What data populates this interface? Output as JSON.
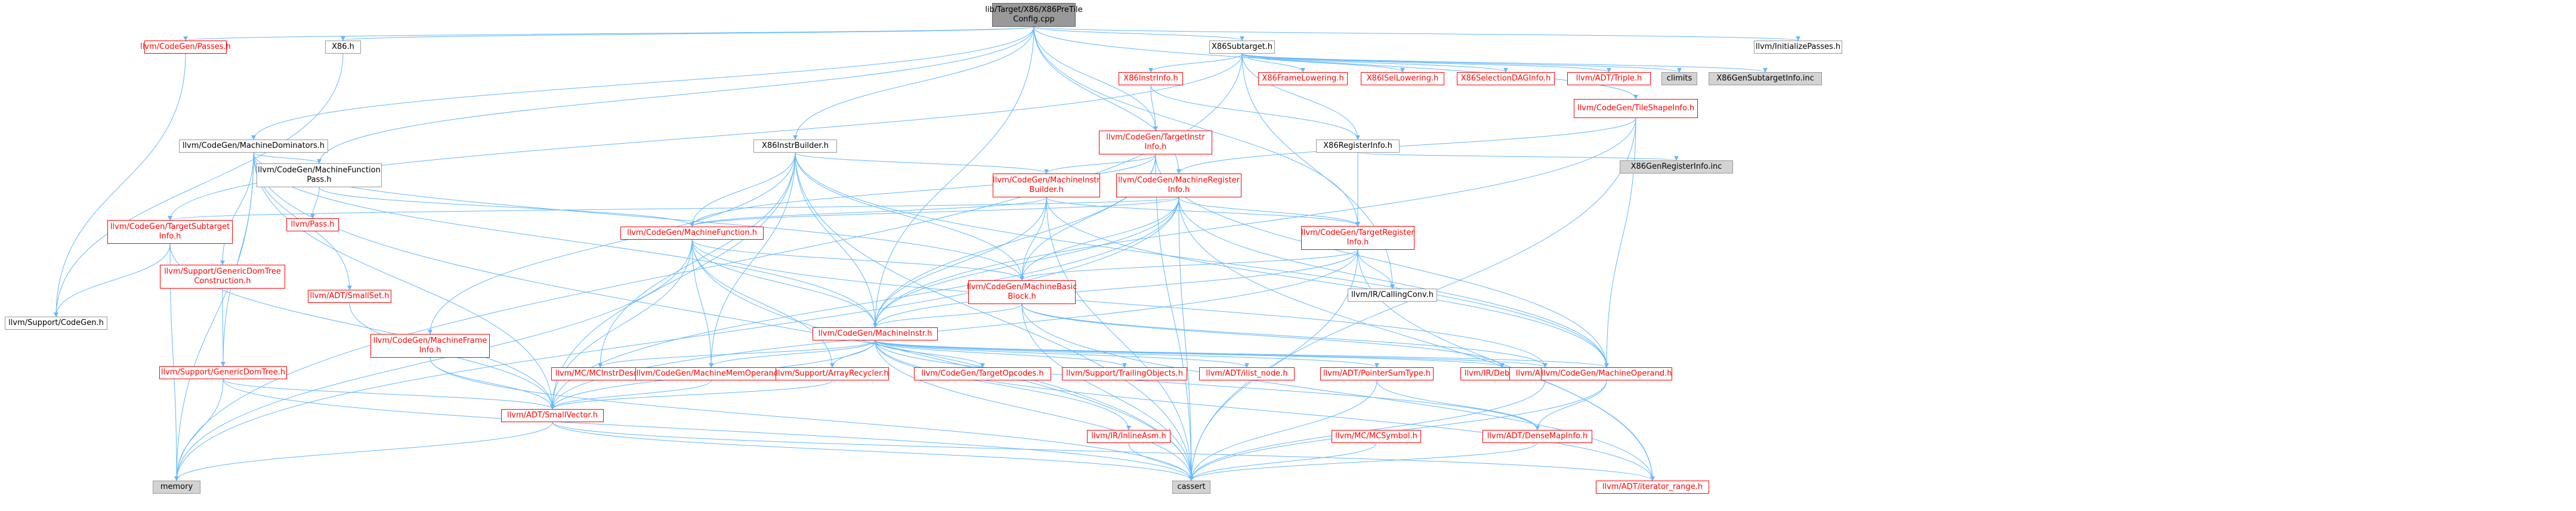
{
  "edge_color": "#63b8ff",
  "nodes": [
    {
      "id": "root",
      "label": "lib/Target/X86/X86PreTile\nConfig.cpp",
      "style": "root"
    },
    {
      "id": "passes",
      "label": "llvm/CodeGen/Passes.h",
      "style": "red"
    },
    {
      "id": "x86h",
      "label": "X86.h",
      "style": "plain"
    },
    {
      "id": "x86subtarget",
      "label": "X86Subtarget.h",
      "style": "plain"
    },
    {
      "id": "initpasses",
      "label": "llvm/InitializePasses.h",
      "style": "plain"
    },
    {
      "id": "x86instrinfo",
      "label": "X86InstrInfo.h",
      "style": "red"
    },
    {
      "id": "x86framelow",
      "label": "X86FrameLowering.h",
      "style": "red"
    },
    {
      "id": "x86isel",
      "label": "X86ISelLowering.h",
      "style": "red"
    },
    {
      "id": "x86seldag",
      "label": "X86SelectionDAGInfo.h",
      "style": "red"
    },
    {
      "id": "triple",
      "label": "llvm/ADT/Triple.h",
      "style": "red"
    },
    {
      "id": "climits",
      "label": "climits",
      "style": "gray"
    },
    {
      "id": "x86gensub",
      "label": "X86GenSubtargetInfo.inc",
      "style": "gray"
    },
    {
      "id": "tileshape",
      "label": "llvm/CodeGen/TileShapeInfo.h",
      "style": "red"
    },
    {
      "id": "machinedom",
      "label": "llvm/CodeGen/MachineDominators.h",
      "style": "plain"
    },
    {
      "id": "x86instrbuilder",
      "label": "X86InstrBuilder.h",
      "style": "plain"
    },
    {
      "id": "targetinstrinfo",
      "label": "llvm/CodeGen/TargetInstr\nInfo.h",
      "style": "red"
    },
    {
      "id": "x86reginfo",
      "label": "X86RegisterInfo.h",
      "style": "plain"
    },
    {
      "id": "x86genreg",
      "label": "X86GenRegisterInfo.inc",
      "style": "gray"
    },
    {
      "id": "mfpass",
      "label": "llvm/CodeGen/MachineFunction\nPass.h",
      "style": "plain"
    },
    {
      "id": "mibuilder",
      "label": "llvm/CodeGen/MachineInstr\nBuilder.h",
      "style": "red"
    },
    {
      "id": "mreginfo",
      "label": "llvm/CodeGen/MachineRegister\nInfo.h",
      "style": "red"
    },
    {
      "id": "pass",
      "label": "llvm/Pass.h",
      "style": "red"
    },
    {
      "id": "tsubinfo",
      "label": "llvm/CodeGen/TargetSubtarget\nInfo.h",
      "style": "red"
    },
    {
      "id": "mfunction",
      "label": "llvm/CodeGen/MachineFunction.h",
      "style": "red"
    },
    {
      "id": "tregisterinfo",
      "label": "llvm/CodeGen/TargetRegister\nInfo.h",
      "style": "red"
    },
    {
      "id": "gdtconstr",
      "label": "llvm/Support/GenericDomTree\nConstruction.h",
      "style": "red"
    },
    {
      "id": "smallset",
      "label": "llvm/ADT/SmallSet.h",
      "style": "red"
    },
    {
      "id": "mbb",
      "label": "llvm/CodeGen/MachineBasic\nBlock.h",
      "style": "red"
    },
    {
      "id": "callingconv",
      "label": "llvm/IR/CallingConv.h",
      "style": "plain"
    },
    {
      "id": "supportcg",
      "label": "llvm/Support/CodeGen.h",
      "style": "plain"
    },
    {
      "id": "mframeinfo",
      "label": "llvm/CodeGen/MachineFrame\nInfo.h",
      "style": "red"
    },
    {
      "id": "gdt",
      "label": "llvm/Support/GenericDomTree.h",
      "style": "red"
    },
    {
      "id": "minstr",
      "label": "llvm/CodeGen/MachineInstr.h",
      "style": "red"
    },
    {
      "id": "mcinstrdesc",
      "label": "llvm/MC/MCInstrDesc.h",
      "style": "red"
    },
    {
      "id": "mmo",
      "label": "llvm/CodeGen/MachineMemOperand.h",
      "style": "red"
    },
    {
      "id": "arrayrecycler",
      "label": "llvm/Support/ArrayRecycler.h",
      "style": "red"
    },
    {
      "id": "targetopcodes",
      "label": "llvm/CodeGen/TargetOpcodes.h",
      "style": "red"
    },
    {
      "id": "trailingobj",
      "label": "llvm/Support/TrailingObjects.h",
      "style": "red"
    },
    {
      "id": "ilistnode",
      "label": "llvm/ADT/ilist_node.h",
      "style": "red"
    },
    {
      "id": "ptrsumtype",
      "label": "llvm/ADT/PointerSumType.h",
      "style": "red"
    },
    {
      "id": "debugloc",
      "label": "llvm/IR/DebugLoc.h",
      "style": "red"
    },
    {
      "id": "ilist",
      "label": "llvm/ADT/ilist.h",
      "style": "red"
    },
    {
      "id": "moperand",
      "label": "llvm/CodeGen/MachineOperand.h",
      "style": "red"
    },
    {
      "id": "smallvector",
      "label": "llvm/ADT/SmallVector.h",
      "style": "red"
    },
    {
      "id": "inlineasm",
      "label": "llvm/IR/InlineAsm.h",
      "style": "red"
    },
    {
      "id": "mcsymbol",
      "label": "llvm/MC/MCSymbol.h",
      "style": "red"
    },
    {
      "id": "densemapinfo",
      "label": "llvm/ADT/DenseMapInfo.h",
      "style": "red"
    },
    {
      "id": "memory",
      "label": "memory",
      "style": "gray"
    },
    {
      "id": "cassert",
      "label": "cassert",
      "style": "gray"
    },
    {
      "id": "iterrange",
      "label": "llvm/ADT/iterator_range.h",
      "style": "red"
    }
  ],
  "edges": [
    [
      "root",
      "passes"
    ],
    [
      "root",
      "x86h"
    ],
    [
      "root",
      "x86subtarget"
    ],
    [
      "root",
      "initpasses"
    ],
    [
      "root",
      "tileshape"
    ],
    [
      "root",
      "machinedom"
    ],
    [
      "root",
      "x86instrbuilder"
    ],
    [
      "root",
      "targetinstrinfo"
    ],
    [
      "root",
      "mfpass"
    ],
    [
      "root",
      "mreginfo"
    ],
    [
      "root",
      "minstr"
    ],
    [
      "root",
      "tregisterinfo"
    ],
    [
      "passes",
      "supportcg"
    ],
    [
      "x86h",
      "supportcg"
    ],
    [
      "x86subtarget",
      "x86instrinfo"
    ],
    [
      "x86subtarget",
      "x86framelow"
    ],
    [
      "x86subtarget",
      "x86isel"
    ],
    [
      "x86subtarget",
      "x86seldag"
    ],
    [
      "x86subtarget",
      "triple"
    ],
    [
      "x86subtarget",
      "climits"
    ],
    [
      "x86subtarget",
      "x86gensub"
    ],
    [
      "x86subtarget",
      "tsubinfo"
    ],
    [
      "x86subtarget",
      "callingconv"
    ],
    [
      "x86subtarget",
      "memory"
    ],
    [
      "x86subtarget",
      "x86reginfo"
    ],
    [
      "x86instrinfo",
      "targetinstrinfo"
    ],
    [
      "x86instrinfo",
      "x86reginfo"
    ],
    [
      "x86reginfo",
      "x86genreg"
    ],
    [
      "x86reginfo",
      "tregisterinfo"
    ],
    [
      "tileshape",
      "mreginfo"
    ],
    [
      "tileshape",
      "moperand"
    ],
    [
      "tileshape",
      "minstr"
    ],
    [
      "tileshape",
      "cassert"
    ],
    [
      "machinedom",
      "mfpass"
    ],
    [
      "machinedom",
      "mbb"
    ],
    [
      "machinedom",
      "minstr"
    ],
    [
      "machinedom",
      "gdtconstr"
    ],
    [
      "machinedom",
      "gdt"
    ],
    [
      "machinedom",
      "smallset"
    ],
    [
      "machinedom",
      "smallvector"
    ],
    [
      "machinedom",
      "memory"
    ],
    [
      "machinedom",
      "cassert"
    ],
    [
      "x86instrbuilder",
      "mibuilder"
    ],
    [
      "x86instrbuilder",
      "mfunction"
    ],
    [
      "x86instrbuilder",
      "mframeinfo"
    ],
    [
      "x86instrbuilder",
      "minstr"
    ],
    [
      "x86instrbuilder",
      "mmo"
    ],
    [
      "x86instrbuilder",
      "moperand"
    ],
    [
      "x86instrbuilder",
      "mbb"
    ],
    [
      "x86instrbuilder",
      "mcinstrdesc"
    ],
    [
      "x86instrbuilder",
      "smallvector"
    ],
    [
      "x86instrbuilder",
      "cassert"
    ],
    [
      "targetinstrinfo",
      "mibuilder"
    ],
    [
      "targetinstrinfo",
      "mfunction"
    ],
    [
      "targetinstrinfo",
      "mbb"
    ],
    [
      "targetinstrinfo",
      "minstr"
    ],
    [
      "targetinstrinfo",
      "moperand"
    ],
    [
      "targetinstrinfo",
      "cassert"
    ],
    [
      "mfpass",
      "mfunction"
    ],
    [
      "mfpass",
      "pass"
    ],
    [
      "mibuilder",
      "mfunction"
    ],
    [
      "mibuilder",
      "mbb"
    ],
    [
      "mibuilder",
      "minstr"
    ],
    [
      "mibuilder",
      "tregisterinfo"
    ],
    [
      "mibuilder",
      "moperand"
    ],
    [
      "mibuilder",
      "cassert"
    ],
    [
      "mreginfo",
      "mfunction"
    ],
    [
      "mreginfo",
      "mbb"
    ],
    [
      "mreginfo",
      "minstr"
    ],
    [
      "mreginfo",
      "moperand"
    ],
    [
      "mreginfo",
      "tregisterinfo"
    ],
    [
      "mreginfo",
      "tsubinfo"
    ],
    [
      "mreginfo",
      "iterrange"
    ],
    [
      "mreginfo",
      "memory"
    ],
    [
      "mreginfo",
      "smallvector"
    ],
    [
      "mreginfo",
      "cassert"
    ],
    [
      "tsubinfo",
      "supportcg"
    ],
    [
      "tsubinfo",
      "memory"
    ],
    [
      "tsubinfo",
      "smallvector"
    ],
    [
      "mfunction",
      "mbb"
    ],
    [
      "mfunction",
      "minstr"
    ],
    [
      "mfunction",
      "mmo"
    ],
    [
      "mfunction",
      "arrayrecycler"
    ],
    [
      "mfunction",
      "smallvector"
    ],
    [
      "mfunction",
      "ilist"
    ],
    [
      "mfunction",
      "memory"
    ],
    [
      "mfunction",
      "cassert"
    ],
    [
      "tregisterinfo",
      "mbb"
    ],
    [
      "tregisterinfo",
      "callingconv"
    ],
    [
      "tregisterinfo",
      "smallvector"
    ],
    [
      "tregisterinfo",
      "iterrange"
    ],
    [
      "tregisterinfo",
      "cassert"
    ],
    [
      "tregisterinfo",
      "minstr"
    ],
    [
      "gdtconstr",
      "gdt"
    ],
    [
      "smallset",
      "smallvector"
    ],
    [
      "mbb",
      "minstr"
    ],
    [
      "mbb",
      "ilist"
    ],
    [
      "mbb",
      "iterrange"
    ],
    [
      "mbb",
      "debugloc"
    ],
    [
      "mbb",
      "cassert"
    ],
    [
      "mframeinfo",
      "smallvector"
    ],
    [
      "mframeinfo",
      "cassert"
    ],
    [
      "gdt",
      "smallvector"
    ],
    [
      "gdt",
      "memory"
    ],
    [
      "gdt",
      "cassert"
    ],
    [
      "minstr",
      "mcinstrdesc"
    ],
    [
      "minstr",
      "mmo"
    ],
    [
      "minstr",
      "arrayrecycler"
    ],
    [
      "minstr",
      "targetopcodes"
    ],
    [
      "minstr",
      "trailingobj"
    ],
    [
      "minstr",
      "ilistnode"
    ],
    [
      "minstr",
      "ptrsumtype"
    ],
    [
      "minstr",
      "debugloc"
    ],
    [
      "minstr",
      "ilist"
    ],
    [
      "minstr",
      "moperand"
    ],
    [
      "minstr",
      "smallvector"
    ],
    [
      "minstr",
      "inlineasm"
    ],
    [
      "minstr",
      "densemapinfo"
    ],
    [
      "minstr",
      "iterrange"
    ],
    [
      "minstr",
      "cassert"
    ],
    [
      "mmo",
      "smallvector"
    ],
    [
      "arrayrecycler",
      "smallvector"
    ],
    [
      "ptrsumtype",
      "densemapinfo"
    ],
    [
      "ptrsumtype",
      "cassert"
    ],
    [
      "ilist",
      "cassert"
    ],
    [
      "moperand",
      "cassert"
    ],
    [
      "moperand",
      "densemapinfo"
    ],
    [
      "smallvector",
      "cassert"
    ],
    [
      "smallvector",
      "memory"
    ],
    [
      "smallvector",
      "iterrange"
    ],
    [
      "inlineasm",
      "cassert"
    ],
    [
      "mcsymbol",
      "cassert"
    ],
    [
      "densemapinfo",
      "cassert"
    ]
  ]
}
